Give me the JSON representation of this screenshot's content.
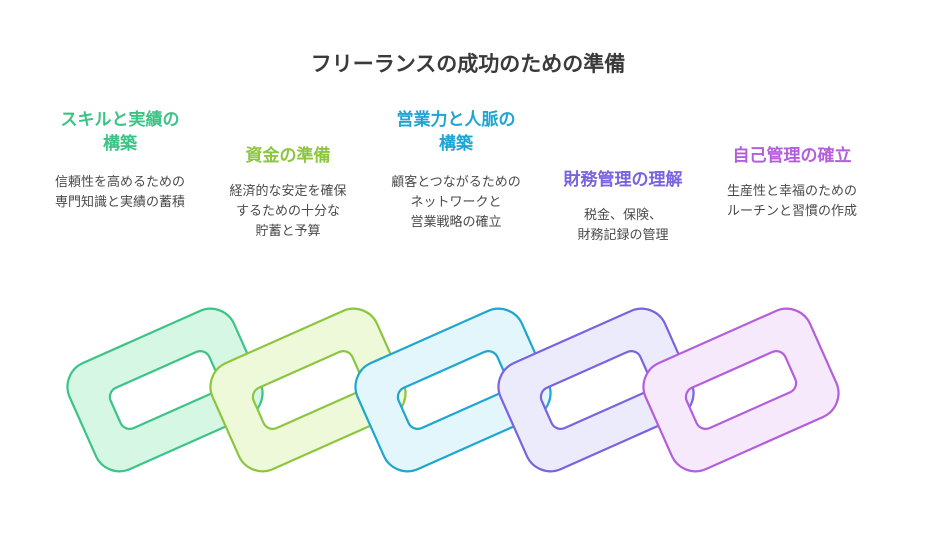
{
  "title": "フリーランスの成功のための準備",
  "steps": [
    {
      "heading_lines": [
        "スキルと実績の",
        "構築"
      ],
      "desc_lines": [
        "信頼性を高めるための",
        "専門知識と実績の蓄積"
      ],
      "color": "#3cc487",
      "fill": "#d6f7e4"
    },
    {
      "heading_lines": [
        "資金の準備"
      ],
      "desc_lines": [
        "経済的な安定を確保",
        "するための十分な",
        "貯蓄と予算"
      ],
      "color": "#8cc63e",
      "fill": "#eef9d9"
    },
    {
      "heading_lines": [
        "営業力と人脈の",
        "構築"
      ],
      "desc_lines": [
        "顧客とつながるための",
        "ネットワークと",
        "営業戦略の確立"
      ],
      "color": "#1ea5d2",
      "fill": "#e3f6fc"
    },
    {
      "heading_lines": [
        "財務管理の理解"
      ],
      "desc_lines": [
        "税金、保険、",
        "財務記録の管理"
      ],
      "color": "#7a63e0",
      "fill": "#ecebfc"
    },
    {
      "heading_lines": [
        "自己管理の確立"
      ],
      "desc_lines": [
        "生産性と幸福のための",
        "ルーチンと習慣の作成"
      ],
      "color": "#b35fdd",
      "fill": "#f7e9fc"
    }
  ]
}
